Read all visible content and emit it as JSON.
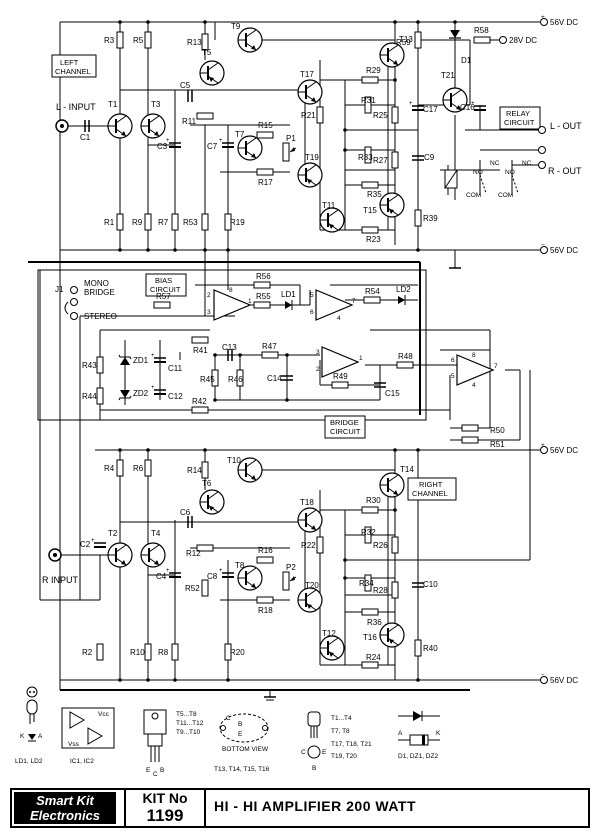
{
  "rails": {
    "pos56_top": "56V DC",
    "neg56_top": "56V DC",
    "pos56_bot": "56V DC",
    "neg56_bot": "56V DC",
    "v28": "28V DC"
  },
  "labels": {
    "left_channel": [
      "LEFT",
      "CHANNEL"
    ],
    "right_channel": [
      "RIGHT",
      "CHANNEL"
    ],
    "relay_circuit": [
      "RELAY",
      "CIRCUIT"
    ],
    "bias_circuit": [
      "BIAS",
      "CIRCUIT"
    ],
    "bridge_circuit": [
      "BRIDGE",
      "CIRCUIT"
    ],
    "l_input": "L - INPUT",
    "r_input": "R  INPUT",
    "l_out": "L - OUT",
    "r_out": "R - OUT",
    "j1": "J1",
    "mono_bridge": [
      "MONO",
      "BRIDGE"
    ],
    "stereo": "STEREO",
    "no": "NO",
    "nc": "NC",
    "com": "COM"
  },
  "components_left": {
    "R3": "R3",
    "R5": "R5",
    "R13": "R13",
    "T9": "T9",
    "T13": "T13",
    "R59": "R59",
    "R58": "R58",
    "D1": "D1",
    "T5": "T5",
    "C5": "C5",
    "T17": "T17",
    "R29": "R29",
    "T21": "T21",
    "T1": "T1",
    "T3": "T3",
    "R11": "R11",
    "R21": "R21",
    "R31": "R31",
    "R25": "R25",
    "C17": "C17",
    "C16": "C16",
    "C1": "C1",
    "C3": "C3",
    "C7": "C7",
    "T7": "T7",
    "R15": "R15",
    "P1": "P1",
    "T19": "T19",
    "R33": "R33",
    "R27": "R27",
    "C9": "C9",
    "R17": "R17",
    "R35": "R35",
    "T11": "T11",
    "T15": "T15",
    "R1": "R1",
    "R9": "R9",
    "R7": "R7",
    "R53": "R53",
    "R19": "R19",
    "R39": "R39",
    "R23": "R23"
  },
  "components_mid": {
    "R56": "R56",
    "R55": "R55",
    "LD1": "LD1",
    "R57": "R57",
    "R54": "R54",
    "LD2": "LD2",
    "R43": "R43",
    "ZD1": "ZD1",
    "C11": "C11",
    "R41": "R41",
    "C13": "C13",
    "R47": "R47",
    "R48": "R48",
    "R45": "R45",
    "R46": "R46",
    "C14": "C14",
    "R44": "R44",
    "ZD2": "ZD2",
    "C12": "C12",
    "R49": "R49",
    "C15": "C15",
    "R42": "R42",
    "R50": "R50",
    "R51": "R51"
  },
  "components_right": {
    "R4": "R4",
    "R6": "R6",
    "R14": "R14",
    "T10": "T10",
    "T14": "T14",
    "T6": "T6",
    "T18": "T18",
    "R30": "R30",
    "C6": "C6",
    "T2": "T2",
    "T4": "T4",
    "R32": "R32",
    "R22": "R22",
    "R26": "R26",
    "C2": "C2",
    "R12": "R12",
    "R16": "R16",
    "C4": "C4",
    "C8": "C8",
    "T8": "T8",
    "P2": "P2",
    "T20": "T20",
    "R34": "R34",
    "C10": "C10",
    "R52": "R52",
    "R28": "R28",
    "R18": "R18",
    "R36": "R36",
    "T12": "T12",
    "T16": "T16",
    "R2": "R2",
    "R10": "R10",
    "R8": "R8",
    "R20": "R20",
    "R40": "R40",
    "R24": "R24"
  },
  "opamp_pins": {
    "p1": "1",
    "p2": "2",
    "p3": "3",
    "p4": "4",
    "p5": "5",
    "p6": "6",
    "p7": "7",
    "p8": "8"
  },
  "legend": {
    "led": "LD1, LD2",
    "ic": "IC1, IC2",
    "vcc": "Vcc",
    "vss": "Vss",
    "to220_groups": [
      "T5...T8",
      "T11...T12",
      "T9...T10"
    ],
    "to220_pins": [
      "E",
      "C",
      "B"
    ],
    "to3_bottom": "BOTTOM VIEW",
    "to3_group": "T13, T14, T15, T16",
    "to3_pins": [
      "C",
      "B",
      "E"
    ],
    "to92_groups": [
      "T1...T4",
      "T7, T8",
      "T17, T18, T21",
      "T19, T20"
    ],
    "to92_pins": [
      "C",
      "E",
      "B"
    ],
    "diode_pins": [
      "A",
      "K"
    ],
    "diode_group": "D1, DZ1, DZ2",
    "led_pins": [
      "K",
      "A"
    ]
  },
  "title_block": {
    "logo_line1": "Smart Kit",
    "logo_line2": "Electronics",
    "kit_label": "KIT No",
    "kit_number": "1199",
    "title": "HI - HI AMPLIFIER 200 WATT"
  }
}
